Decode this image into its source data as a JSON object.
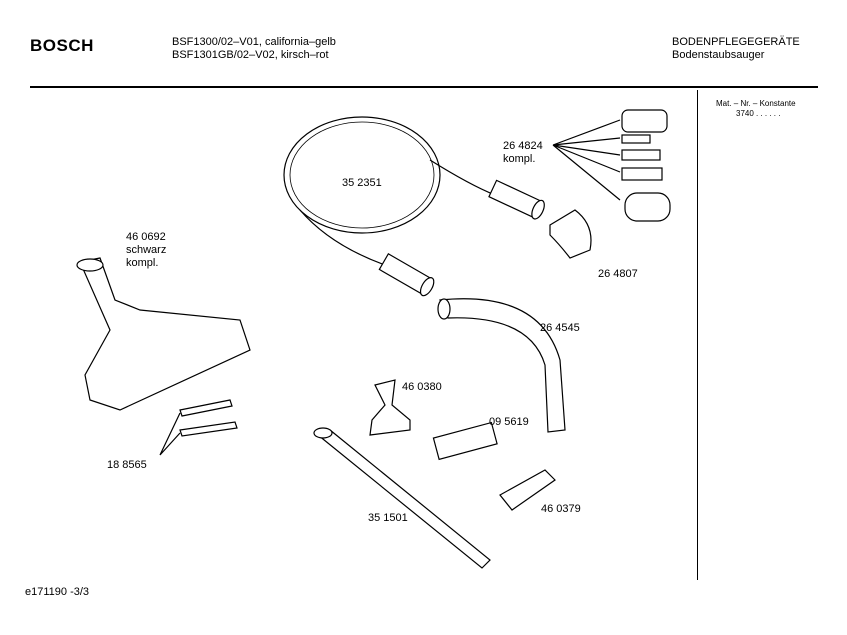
{
  "header": {
    "brand": "BOSCH",
    "model_lines": [
      "BSF1300/02–V01, california–gelb",
      "BSF1301GB/02–V02, kirsch–rot"
    ],
    "category": "BODENPFLEGEGERÄTE",
    "subcategory": "Bodenstaubsauger"
  },
  "sidebar": {
    "mat_label": "Mat. – Nr. – Konstante",
    "mat_value": "3740 . . . . . ."
  },
  "parts": {
    "hose": "35 2351",
    "hose_end_kit": [
      "26 4824",
      "kompl."
    ],
    "floor_nozzle": [
      "46 0692",
      "schwarz",
      "kompl."
    ],
    "elbow_adapter": "26 4807",
    "handle_tube": "26 4545",
    "upholstery_nozzle": "46 0380",
    "brush": "09 5619",
    "strips": "18 8565",
    "crevice_nozzle": "46 0379",
    "telescopic_tube": "35 1501"
  },
  "footer": {
    "doc_id": "e171190 -3/3"
  }
}
